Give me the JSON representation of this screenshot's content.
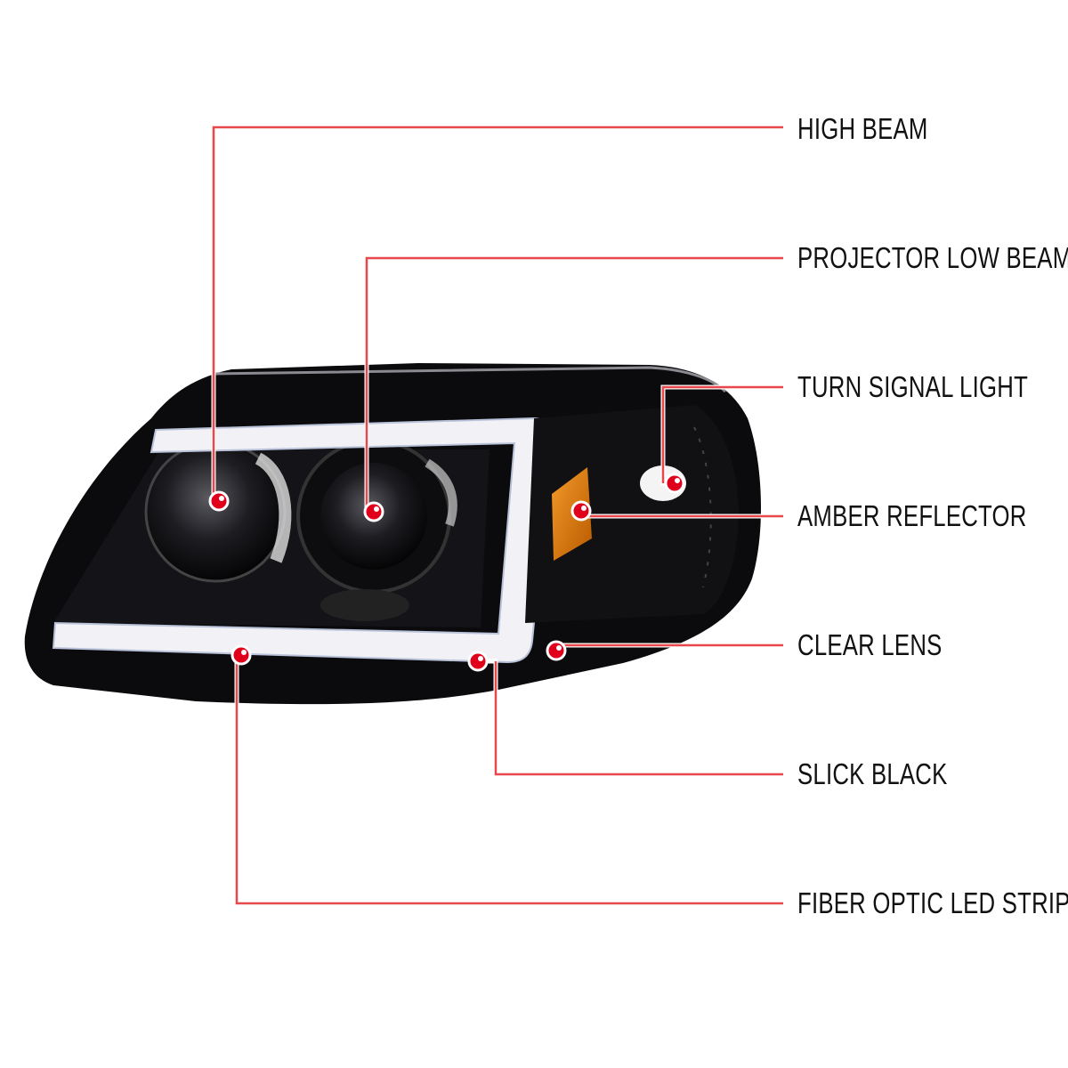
{
  "callouts": [
    {
      "id": "high-beam",
      "label": "HIGH BEAM"
    },
    {
      "id": "projector-low-beam",
      "label": "PROJECTOR LOW BEAM"
    },
    {
      "id": "turn-signal-light",
      "label": "TURN SIGNAL LIGHT"
    },
    {
      "id": "amber-reflector",
      "label": "AMBER REFLECTOR"
    },
    {
      "id": "clear-lens",
      "label": "CLEAR LENS"
    },
    {
      "id": "slick-black",
      "label": "SLICK BLACK"
    },
    {
      "id": "fiber-optic-led-strip",
      "label": "FIBER OPTIC LED STRIP"
    }
  ],
  "colors": {
    "line": "#e8474c",
    "dot": "#e0001b",
    "housing": "#0b0b0d",
    "amber": "#e07a10"
  }
}
